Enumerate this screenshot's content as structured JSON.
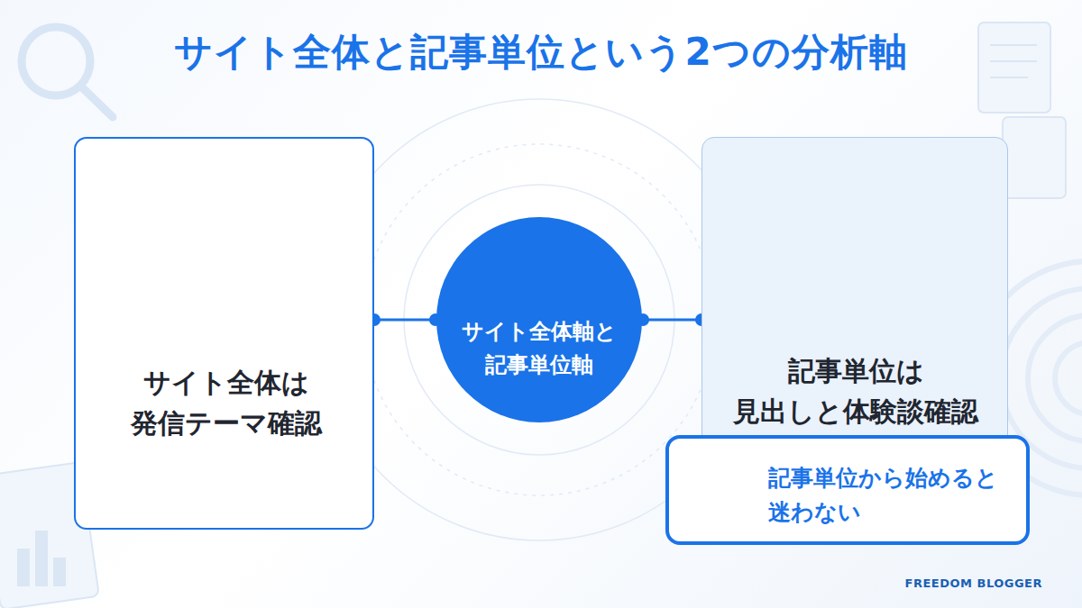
{
  "diagram": {
    "title": "サイト全体と記事単位という2つの分析軸",
    "nodes": [
      {
        "text": [
          "サイト全体は 発信テーマ確認"
        ]
      },
      {
        "text": [
          "サイト全体軸と 記事単位軸"
        ]
      },
      {
        "text": [
          "記事単位は 見出しと体験談確認"
        ]
      },
      {
        "text": [
          "記事単位から始めると 迷わない"
        ]
      }
    ],
    "edges": [
      {
        "from": 0,
        "to": 1,
        "arrow": "none"
      },
      {
        "from": 1,
        "to": 2,
        "arrow": "none"
      }
    ],
    "labels": [
      "FREEDOM BLOGGER"
    ]
  }
}
